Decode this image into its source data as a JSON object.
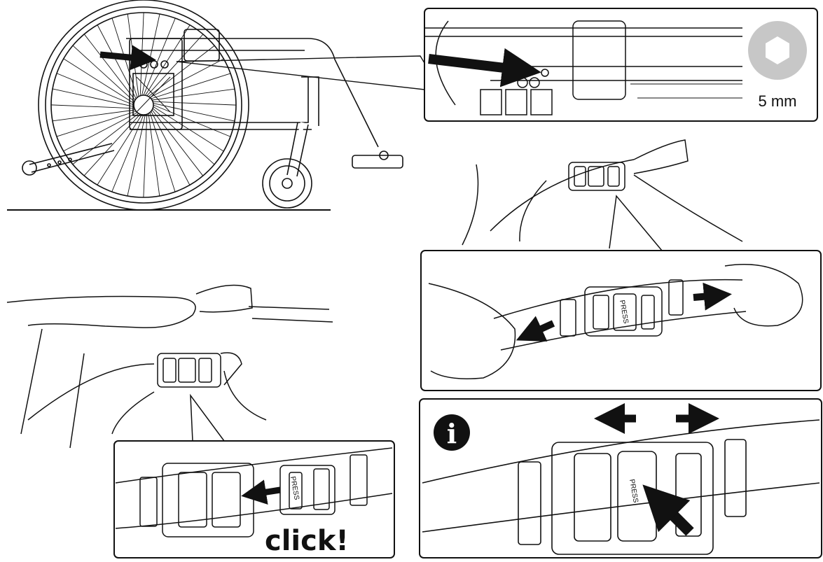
{
  "tool": {
    "size_label": "5 mm",
    "icon": "hex-key-icon"
  },
  "buckle": {
    "press_label": "PRESS"
  },
  "sound": {
    "click_label": "click!"
  },
  "info": {
    "glyph": "i",
    "icon": "info-icon"
  },
  "colors": {
    "line": "#111111",
    "hex_gray": "#c7c7c7",
    "background": "#ffffff"
  }
}
